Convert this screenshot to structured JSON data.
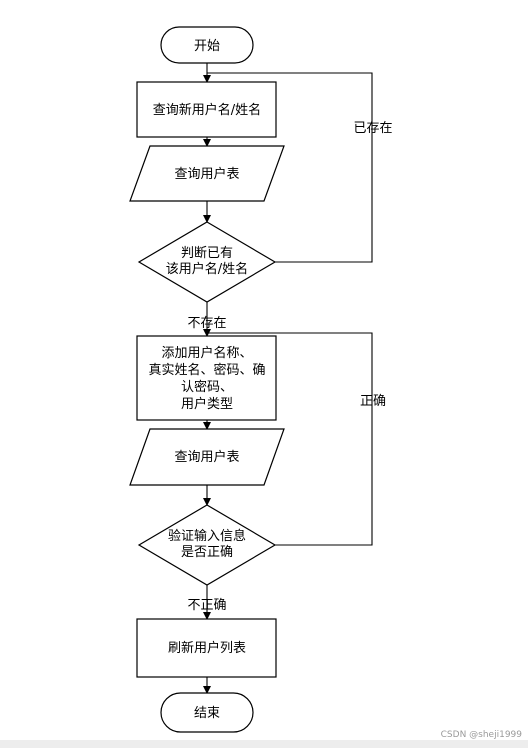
{
  "flowchart": {
    "start": "开始",
    "query_name": "查询新用户名/姓名",
    "read_table_1": "查询用户表",
    "decision_exists": [
      "判断已有",
      "该用户名/姓名"
    ],
    "label_exists": "已存在",
    "label_not_exists": "不存在",
    "add_user": [
      "添加用户名称、",
      "真实姓名、密码、确",
      "认密码、",
      "用户类型"
    ],
    "read_table_2": "查询用户表",
    "decision_valid": [
      "验证输入信息",
      "是否正确"
    ],
    "label_correct": "正确",
    "label_incorrect": "不正确",
    "refresh": "刷新用户列表",
    "end": "结束"
  },
  "watermark": "CSDN @sheji1999"
}
